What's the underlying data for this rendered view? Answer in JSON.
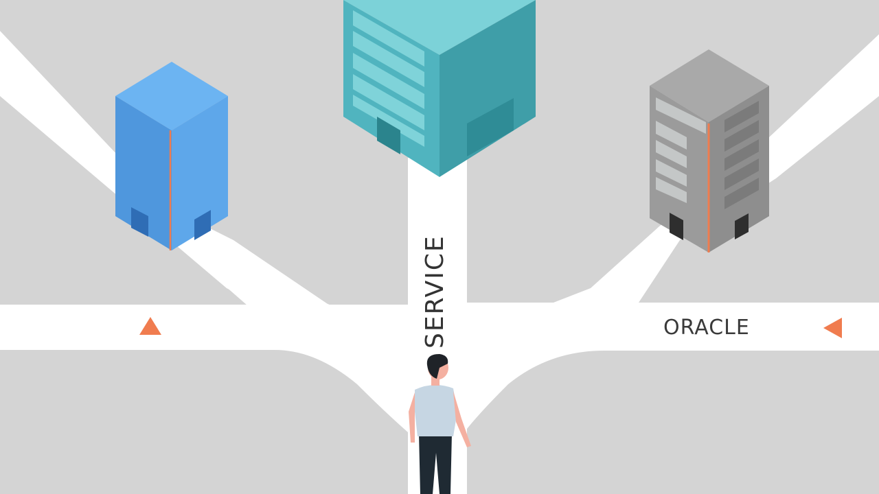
{
  "scene": {
    "description": "Isometric illustration of a person standing at a fork in the road with three buildings",
    "colors": {
      "ground": "#d4d4d4",
      "road": "#ffffff",
      "accent": "#f07c4f",
      "blue_building": "#5ba0e6",
      "teal_building": "#45a9b3",
      "gray_building": "#a7a7a7"
    }
  },
  "labels": {
    "center_road": "SERVICE",
    "right_road": "ORACLE"
  },
  "buildings": [
    {
      "name": "blue-building",
      "position": "left"
    },
    {
      "name": "teal-building",
      "position": "center"
    },
    {
      "name": "gray-building",
      "position": "right"
    }
  ],
  "markers": [
    {
      "name": "up-arrow-marker",
      "direction": "up"
    },
    {
      "name": "left-arrow-marker",
      "direction": "left"
    }
  ]
}
